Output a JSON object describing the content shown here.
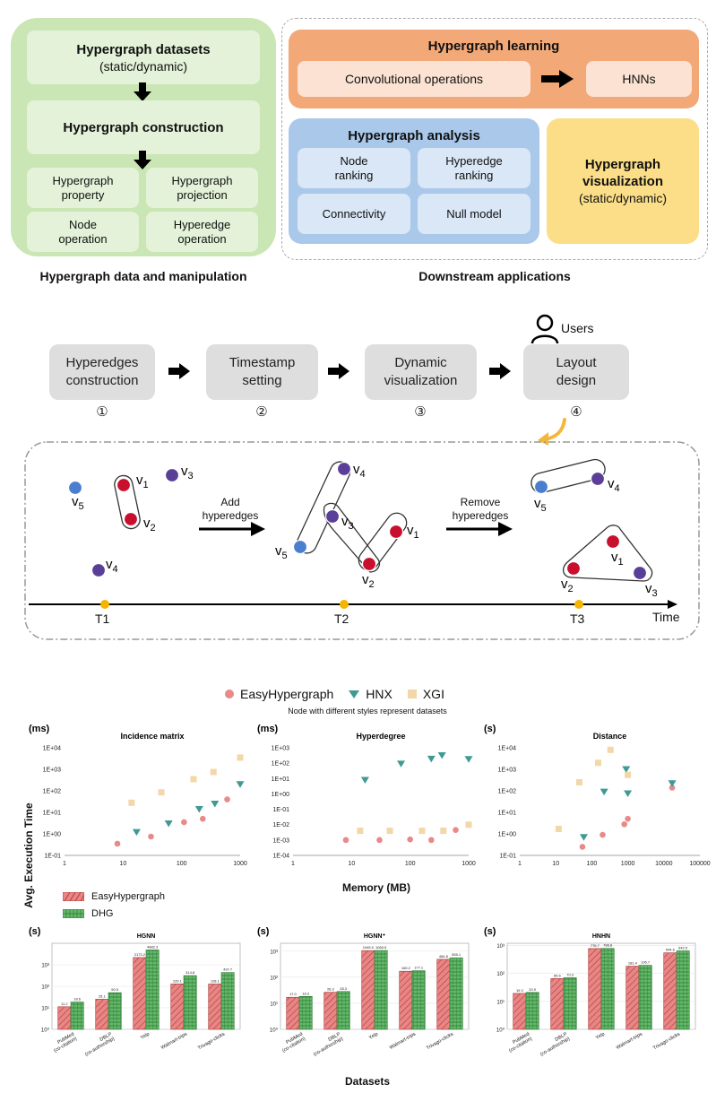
{
  "top": {
    "left_panel": {
      "datasets_title": "Hypergraph datasets",
      "datasets_sub": "(static/dynamic)",
      "construction": "Hypergraph construction",
      "property": [
        "Hypergraph",
        "property"
      ],
      "projection": [
        "Hypergraph",
        "projection"
      ],
      "node_op": [
        "Node",
        "operation"
      ],
      "edge_op": [
        "Hyperedge",
        "operation"
      ],
      "caption": "Hypergraph data and manipulation"
    },
    "learning": {
      "title": "Hypergraph learning",
      "conv": "Convolutional operations",
      "hnns": "HNNs"
    },
    "analysis": {
      "title": "Hypergraph analysis",
      "node_rank": [
        "Node",
        "ranking"
      ],
      "edge_rank": [
        "Hyperedge",
        "ranking"
      ],
      "connectivity": "Connectivity",
      "null_model": "Null model"
    },
    "visualization": {
      "title1": "Hypergraph",
      "title2": "visualization",
      "sub": "(static/dynamic)"
    },
    "right_caption": "Downstream applications"
  },
  "pipeline": {
    "users": "Users",
    "steps": [
      {
        "l1": "Hyperedges",
        "l2": "construction",
        "num": "①"
      },
      {
        "l1": "Timestamp",
        "l2": "setting",
        "num": "②"
      },
      {
        "l1": "Dynamic",
        "l2": "visualization",
        "num": "③"
      },
      {
        "l1": "Layout",
        "l2": "design",
        "num": "④"
      }
    ]
  },
  "timeline": {
    "add": [
      "Add",
      "hyperedges"
    ],
    "remove": [
      "Remove",
      "hyperedges"
    ],
    "times": [
      "T1",
      "T2",
      "T3"
    ],
    "time_label": "Time",
    "node_letter": "v",
    "subs": [
      "1",
      "2",
      "3",
      "4",
      "5"
    ]
  },
  "colors": {
    "easy": "#e8898a",
    "hnx": "#3f9a94",
    "xgi": "#f3d7a8",
    "red_node": "#c8102e",
    "purple_node": "#5a3f99",
    "blue_node": "#4a7fd0",
    "dhg": "#63b86a",
    "bar_easy": "#e88585"
  },
  "legend": {
    "easy": "EasyHypergraph",
    "hnx": "HNX",
    "xgi": "XGI",
    "note": "Node with different styles represent datasets",
    "bar_easy": "EasyHypergraph",
    "bar_dhg": "DHG"
  },
  "labels": {
    "y_axis": "Avg. Execution Time",
    "memory": "Memory (MB)",
    "datasets": "Datasets"
  },
  "chart_data": [
    {
      "type": "scatter",
      "title": "Incidence matrix",
      "unit": "(ms)",
      "xscale": "log",
      "yscale": "log",
      "xlim": [
        1,
        1000
      ],
      "ylim": [
        0.1,
        10000
      ],
      "xticks": [
        "1",
        "10",
        "100",
        "1000"
      ],
      "yticks": [
        "1E-01",
        "1E+00",
        "1E+01",
        "1E+02",
        "1E+03",
        "1E+04"
      ],
      "series": [
        {
          "name": "EasyHypergraph",
          "points": [
            [
              8,
              0.35
            ],
            [
              30,
              0.75
            ],
            [
              110,
              3.5
            ],
            [
              230,
              5
            ],
            [
              600,
              40
            ]
          ]
        },
        {
          "name": "HNX",
          "points": [
            [
              17,
              1.2
            ],
            [
              60,
              3
            ],
            [
              200,
              14
            ],
            [
              370,
              25
            ],
            [
              1000,
              200
            ]
          ]
        },
        {
          "name": "XGI",
          "points": [
            [
              14,
              28
            ],
            [
              45,
              85
            ],
            [
              160,
              350
            ],
            [
              350,
              750
            ],
            [
              1000,
              3500
            ]
          ]
        }
      ]
    },
    {
      "type": "scatter",
      "title": "Hyperdegree",
      "unit": "(ms)",
      "xscale": "log",
      "yscale": "log",
      "xlim": [
        1,
        1000
      ],
      "ylim": [
        0.0001,
        1000
      ],
      "xticks": [
        "1",
        "10",
        "100",
        "1000"
      ],
      "yticks": [
        "1E-04",
        "1E-03",
        "1E-02",
        "1E-01",
        "1E+00",
        "1E+01",
        "1E+02",
        "1E+03"
      ],
      "series": [
        {
          "name": "EasyHypergraph",
          "points": [
            [
              8,
              0.001
            ],
            [
              30,
              0.001
            ],
            [
              100,
              0.0011
            ],
            [
              230,
              0.001
            ],
            [
              600,
              0.0045
            ]
          ]
        },
        {
          "name": "HNX",
          "points": [
            [
              17,
              8
            ],
            [
              70,
              90
            ],
            [
              230,
              190
            ],
            [
              350,
              320
            ],
            [
              1000,
              180
            ]
          ]
        },
        {
          "name": "XGI",
          "points": [
            [
              14,
              0.004
            ],
            [
              45,
              0.004
            ],
            [
              160,
              0.004
            ],
            [
              370,
              0.004
            ],
            [
              1000,
              0.01
            ]
          ]
        }
      ]
    },
    {
      "type": "scatter",
      "title": "Distance",
      "unit": "(s)",
      "xscale": "log",
      "yscale": "log",
      "xlim": [
        1,
        100000
      ],
      "ylim": [
        0.1,
        10000
      ],
      "xticks": [
        "1",
        "10",
        "100",
        "1000",
        "10000",
        "100000"
      ],
      "yticks": [
        "1E-01",
        "1E+00",
        "1E+01",
        "1E+02",
        "1E+03",
        "1E+04"
      ],
      "series": [
        {
          "name": "EasyHypergraph",
          "points": [
            [
              55,
              0.25
            ],
            [
              200,
              0.9
            ],
            [
              800,
              2.8
            ],
            [
              1000,
              5
            ],
            [
              17000,
              140
            ]
          ]
        },
        {
          "name": "HNX",
          "points": [
            [
              60,
              0.7
            ],
            [
              220,
              90
            ],
            [
              900,
              1000
            ],
            [
              1000,
              75
            ],
            [
              17000,
              220
            ]
          ]
        },
        {
          "name": "XGI",
          "points": [
            [
              12,
              1.7
            ],
            [
              45,
              250
            ],
            [
              150,
              2000
            ],
            [
              330,
              8000
            ],
            [
              1000,
              550
            ]
          ]
        }
      ]
    },
    {
      "type": "bar",
      "title": "HGNN",
      "unit": "(s)",
      "yscale": "log",
      "ylim": [
        1,
        10000
      ],
      "yticks": [
        "10⁰",
        "10¹",
        "10²",
        "10³"
      ],
      "categories": [
        "PubMed\n(co-citation)",
        "DBLP\n(co-authorship)",
        "Yelp",
        "Walmart-trips",
        "Trivago-clicks"
      ],
      "series": [
        {
          "name": "EasyHypergraph",
          "values": [
            11.2,
            25.1,
            2173.2,
            129.1,
            128.1
          ],
          "labels": [
            "11.2",
            "25.1",
            "2173.2",
            "129.1",
            "128.1"
          ]
        },
        {
          "name": "DHG",
          "values": [
            18.6,
            50.5,
            4882.3,
            314.8,
            437.7
          ],
          "labels": [
            "18.6",
            "50.5",
            "4882.3",
            "314.8",
            "437.7"
          ]
        }
      ]
    },
    {
      "type": "bar",
      "title": "HGNN⁺",
      "unit": "(s)",
      "yscale": "log",
      "ylim": [
        1,
        2000
      ],
      "yticks": [
        "10⁰",
        "10¹",
        "10²",
        "10³"
      ],
      "categories": [
        "PubMed\n(co-citation)",
        "DBLP\n(co-authorship)",
        "Yelp",
        "Walmart-trips",
        "Trivago-clicks"
      ],
      "series": [
        {
          "name": "EasyHypergraph",
          "values": [
            17.0,
            26.3,
            1045,
            169.2,
            484.8
          ],
          "labels": [
            "17.0",
            "26.3",
            "1045.0",
            "169.2",
            "484.8"
          ]
        },
        {
          "name": "DHG",
          "values": [
            18.3,
            28.3,
            1060.5,
            177.1,
            555.1
          ],
          "labels": [
            "18.3",
            "28.3",
            "1060.5",
            "177.1",
            "555.1"
          ]
        }
      ]
    },
    {
      "type": "bar",
      "title": "HNHN",
      "unit": "(s)",
      "yscale": "log",
      "ylim": [
        1,
        1200
      ],
      "yticks": [
        "10⁰",
        "10¹",
        "10²",
        "10³"
      ],
      "categories": [
        "PubMed\n(co-citation)",
        "DBLP\n(co-authorship)",
        "Yelp",
        "Walmart-trips",
        "Trivago-clicks"
      ],
      "series": [
        {
          "name": "EasyHypergraph",
          "values": [
            19.3,
            65.6,
            776.7,
            181.4,
            544.6
          ],
          "labels": [
            "19.3",
            "65.6",
            "776.7",
            "181.4",
            "544.6"
          ]
        },
        {
          "name": "DHG",
          "values": [
            20.9,
            70.3,
            786.8,
            195.7,
            642.5
          ],
          "labels": [
            "20.9",
            "70.3",
            "786.8",
            "195.7",
            "642.5"
          ]
        }
      ]
    }
  ]
}
